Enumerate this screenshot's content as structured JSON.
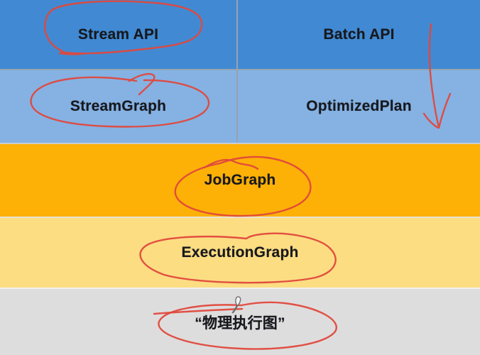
{
  "diagram": {
    "rows": [
      {
        "name": "api-layer",
        "cells": [
          {
            "label": "Stream API"
          },
          {
            "label": "Batch API"
          }
        ]
      },
      {
        "name": "graph-plan-layer",
        "cells": [
          {
            "label": "StreamGraph"
          },
          {
            "label": "OptimizedPlan"
          }
        ]
      },
      {
        "name": "jobgraph-layer",
        "cells": [
          {
            "label": "JobGraph"
          }
        ]
      },
      {
        "name": "executiongraph-layer",
        "cells": [
          {
            "label": "ExecutionGraph"
          }
        ]
      },
      {
        "name": "physical-graph-layer",
        "cells": [
          {
            "label": "“物理执行图”"
          }
        ]
      }
    ]
  },
  "colors": {
    "api_layer_bg": "#418ad3",
    "graph_plan_layer_bg": "#85b2e3",
    "jobgraph_layer_bg": "#fdb106",
    "executiongraph_layer_bg": "#fcdd82",
    "physical_layer_bg": "#dedddd",
    "divider_gray": "#96a3af",
    "annotation_red": "#e0483c",
    "label_text": "#17181d",
    "pen_cursor_gray": "#6f6f6f"
  },
  "annotations": {
    "items": [
      {
        "name": "circle-stream-api",
        "type": "hand-drawn-loop"
      },
      {
        "name": "circle-streamgraph",
        "type": "hand-drawn-loop"
      },
      {
        "name": "arrow-batch-api-down",
        "type": "hand-drawn-arrow"
      },
      {
        "name": "circle-jobgraph",
        "type": "hand-drawn-loop"
      },
      {
        "name": "circle-executiongraph",
        "type": "hand-drawn-loop"
      },
      {
        "name": "circle-physical-graph",
        "type": "hand-drawn-loop"
      },
      {
        "name": "pen-cursor",
        "type": "cursor-icon"
      }
    ]
  }
}
